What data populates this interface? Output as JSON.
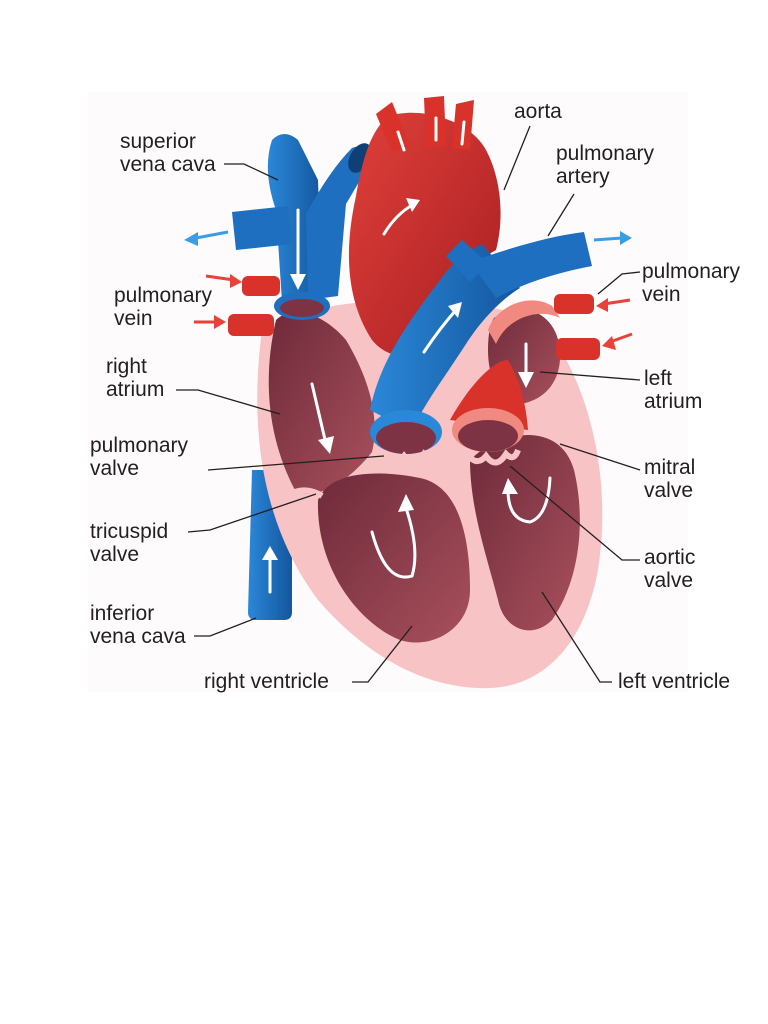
{
  "colors": {
    "blood_oxygen_poor": "#1e6fc0",
    "blood_oxygen_rich": "#d8322a",
    "heart_wall": "#f7c3c5",
    "chamber": "#8f3b4b",
    "label_text": "#231f20"
  },
  "labels": {
    "superior_vena_cava": [
      "superior",
      "vena cava"
    ],
    "aorta": [
      "aorta"
    ],
    "pulmonary_artery": [
      "pulmonary",
      "artery"
    ],
    "pulmonary_vein_left_side": [
      "pulmonary",
      "vein"
    ],
    "pulmonary_vein_right_side": [
      "pulmonary",
      "vein"
    ],
    "right_atrium": [
      "right",
      "atrium"
    ],
    "left_atrium": [
      "left",
      "atrium"
    ],
    "pulmonary_valve": [
      "pulmonary",
      "valve"
    ],
    "mitral_valve": [
      "mitral",
      "valve"
    ],
    "tricuspid_valve": [
      "tricuspid",
      "valve"
    ],
    "aortic_valve": [
      "aortic",
      "valve"
    ],
    "inferior_vena_cava": [
      "inferior",
      "vena cava"
    ],
    "right_ventricle": [
      "right ventricle"
    ],
    "left_ventricle": [
      "left ventricle"
    ]
  }
}
